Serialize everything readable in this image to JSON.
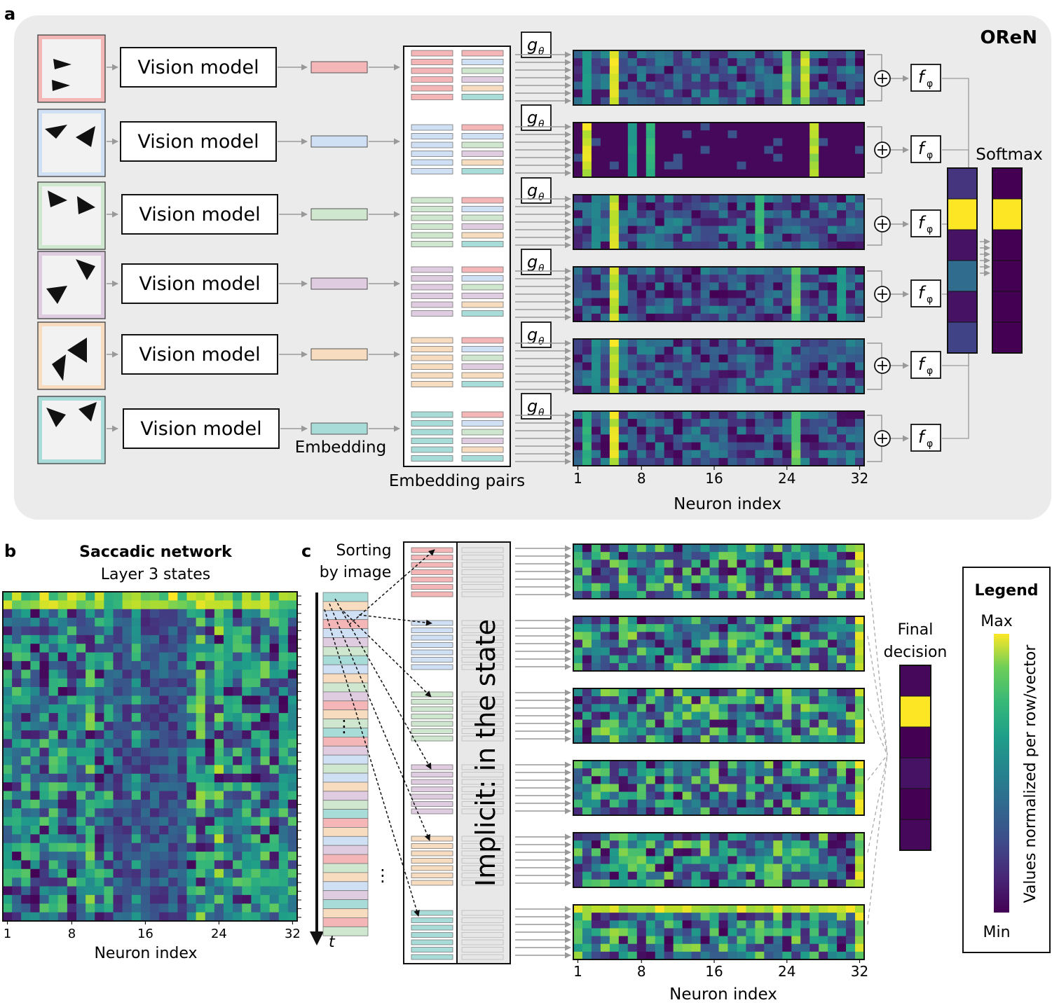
{
  "panels": {
    "a": "a",
    "b": "b",
    "c": "c"
  },
  "oren": {
    "title": "OReN",
    "vision_model_label": "Vision model",
    "embedding_label": "Embedding",
    "embedding_pairs_label": "Embedding pairs",
    "g_symbol": "g",
    "g_subscript": "θ",
    "f_symbol": "f",
    "f_subscript": "φ",
    "plus_symbol": "⊕",
    "softmax_label": "Softmax",
    "ticks": [
      "1",
      "8",
      "16",
      "24",
      "32"
    ],
    "xlabel": "Neuron index"
  },
  "saccadic": {
    "title": "Saccadic network",
    "subtitle": "Layer 3 states",
    "ticks": [
      "1",
      "8",
      "16",
      "24",
      "32"
    ],
    "xlabel": "Neuron index"
  },
  "panel_c": {
    "sorting_line1": "Sorting",
    "sorting_line2": "by image",
    "implicit_label": "Implicit: in the state",
    "time_symbol": "t",
    "ellipsis": "⋮",
    "final_decision_line1": "Final",
    "final_decision_line2": "decision",
    "ticks": [
      "1",
      "8",
      "16",
      "24",
      "32"
    ],
    "xlabel": "Neuron index"
  },
  "legend": {
    "title": "Legend",
    "max_label": "Max",
    "min_label": "Min",
    "axis_label": "Values normalized per row/vector"
  },
  "colors": {
    "red": "#f4b6b6",
    "blue": "#cfe0f5",
    "green": "#cfe6cf",
    "purple": "#e0cce0",
    "orange": "#f8dcc0",
    "teal": "#a8dcd8",
    "panel_bg": "#ebebeb",
    "viridis_min": "#440154",
    "viridis_max": "#fde725"
  },
  "icons": [
    "triangle-stimulus-icon",
    "plus-circle-icon",
    "arrow-icon"
  ]
}
